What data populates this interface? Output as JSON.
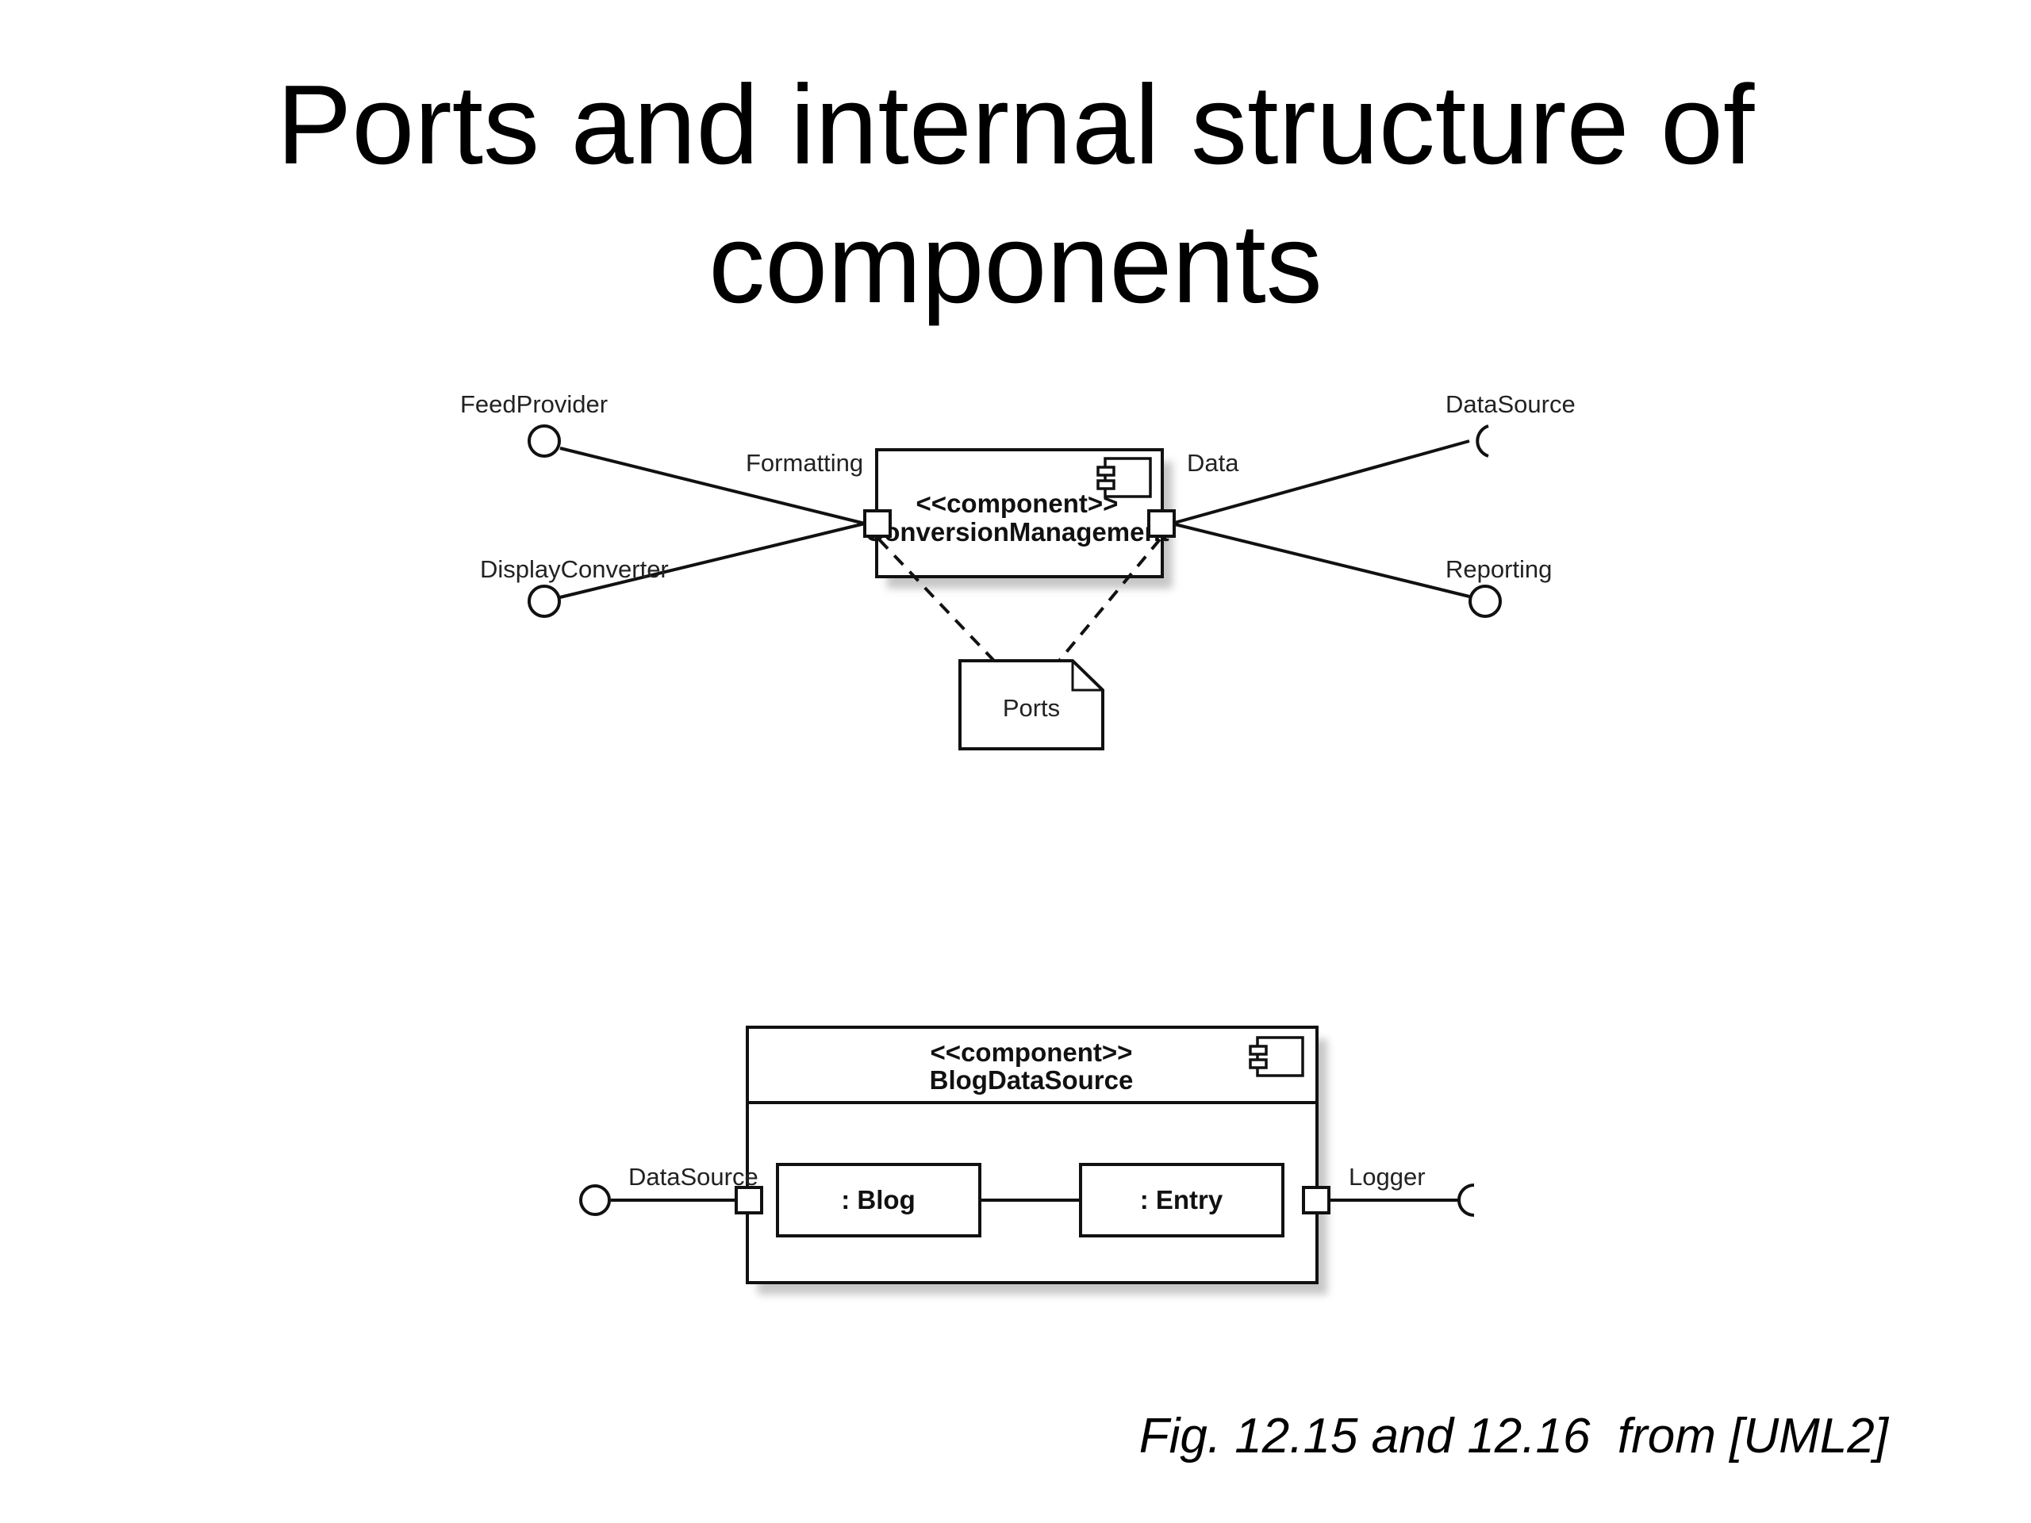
{
  "title": {
    "line1": "Ports and internal structure of",
    "line2": "components"
  },
  "diagram1": {
    "stereotype": "<<component>>",
    "component_name": "ConversionManagement",
    "left_port_label": "Formatting",
    "right_port_label": "Data",
    "interfaces": {
      "feed_provider": "FeedProvider",
      "display_converter": "DisplayConverter",
      "data_source": "DataSource",
      "reporting": "Reporting"
    },
    "note": "Ports"
  },
  "diagram2": {
    "stereotype": "<<component>>",
    "component_name": "BlogDataSource",
    "parts": {
      "blog": ": Blog",
      "entry": ": Entry"
    },
    "left_port_label": "DataSource",
    "right_port_label": "Logger"
  },
  "caption": "Fig. 12.15 and 12.16  from [UML2]"
}
